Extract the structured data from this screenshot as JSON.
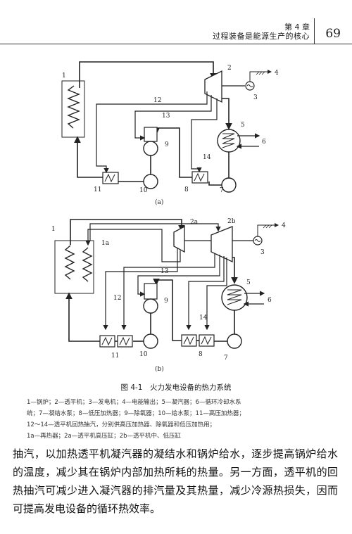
{
  "header": {
    "chapter": "第 4 章",
    "title": "过程装备是能源生产的核心",
    "page_number": "69"
  },
  "diagram_a": {
    "sublabel": "(a)",
    "labels": [
      "1",
      "2",
      "3",
      "4",
      "5",
      "6",
      "7",
      "8",
      "9",
      "10",
      "11",
      "12",
      "13",
      "14"
    ]
  },
  "diagram_b": {
    "sublabel": "(b)",
    "labels": [
      "1",
      "1a",
      "2a",
      "2b",
      "4",
      "3",
      "5",
      "6",
      "7",
      "8",
      "9",
      "10",
      "11",
      "12",
      "13",
      "14"
    ]
  },
  "figure": {
    "caption": "图 4-1　火力发电设备的热力系统",
    "legend": [
      "1—锅炉；2—透平机；3—发电机；4—电能输出；5—凝汽器；6—循环冷却水系",
      "统；7—凝结水泵；8—低压加热器；9—除氧器；10—给水泵；11—高压加热器；",
      "12～14—透平机回热抽汽，分别供高压加热器、除氧器和低压加热用；",
      "1a—再热器；2a—透平机高压缸；2b—透平机中、低压缸"
    ]
  },
  "body": {
    "paragraph": "抽汽，以加热透平机凝汽器的凝结水和锅炉给水，逐步提高锅炉给水的温度，减少其在锅炉内部加热所耗的热量。另一方面，透平机的回热抽汽可减少进入凝汽器的排汽量及其热量，减少冷源热损失，因而可提高发电设备的循环热效率。"
  }
}
